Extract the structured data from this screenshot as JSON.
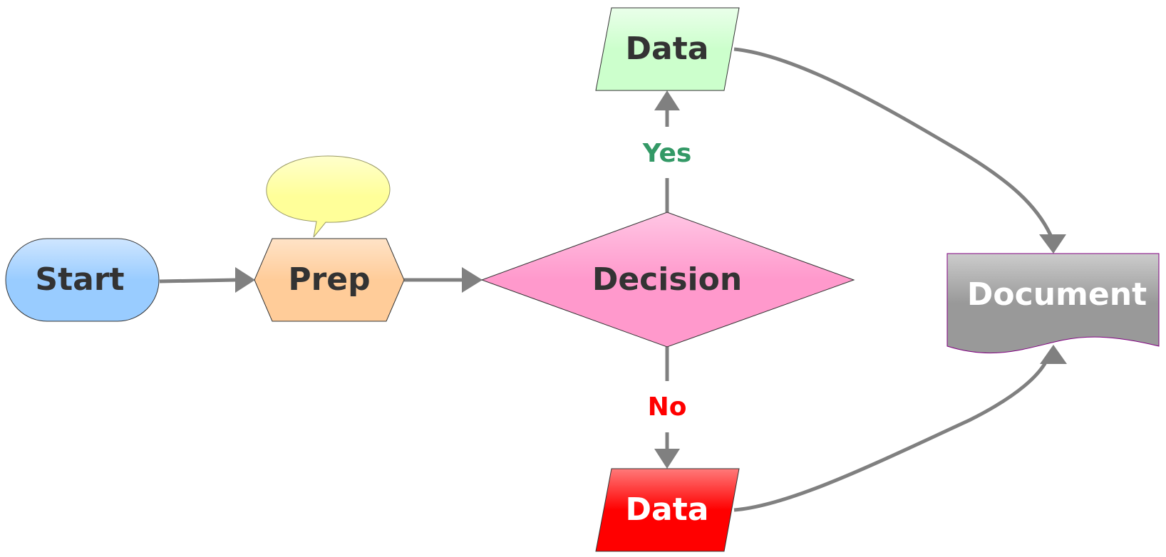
{
  "nodes": {
    "start": {
      "label": "Start",
      "fill": "#99CCFF",
      "text_color": "#333333"
    },
    "prep": {
      "label": "Prep",
      "fill": "#FFCC99",
      "text_color": "#333333"
    },
    "decision": {
      "label": "Decision",
      "fill": "#FF99CC",
      "text_color": "#333333"
    },
    "data_yes": {
      "label": "Data",
      "fill": "#CCFFCC",
      "text_color": "#333333"
    },
    "data_no": {
      "label": "Data",
      "fill": "#FF0000",
      "text_color": "#FFFFFF"
    },
    "document": {
      "label": "Document",
      "fill": "#999999",
      "text_color": "#FFFFFF"
    },
    "callout": {
      "label": "",
      "fill": "#FFFF99"
    }
  },
  "edges": {
    "yes": {
      "label": "Yes",
      "color": "#339966"
    },
    "no": {
      "label": "No",
      "color": "#FF0000"
    }
  },
  "connector_color": "#808080"
}
